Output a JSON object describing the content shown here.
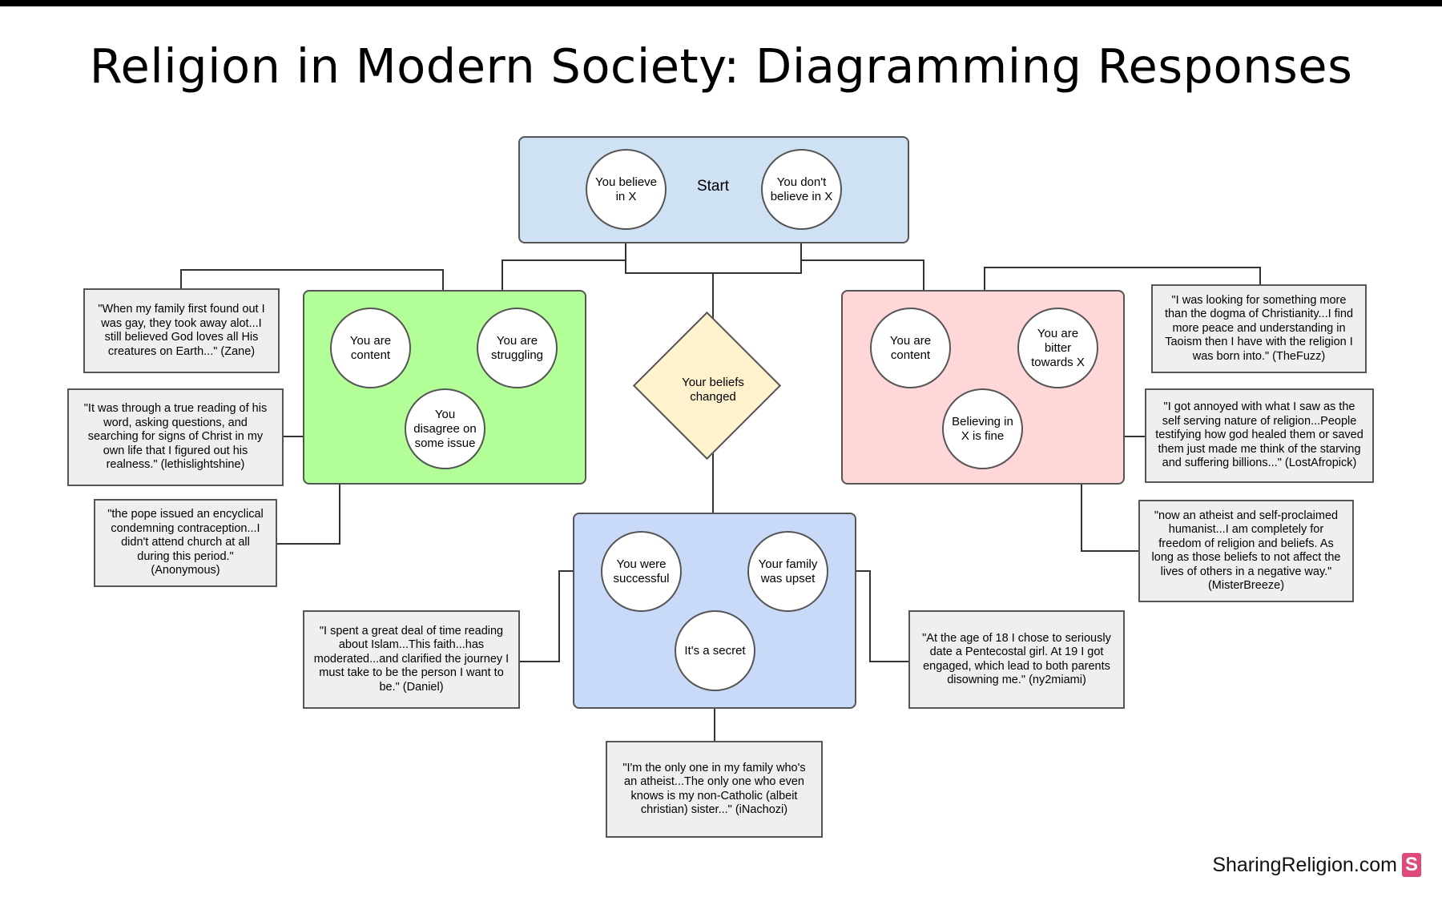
{
  "title": "Religion in Modern Society: Diagramming Responses",
  "start": {
    "label": "Start",
    "believe": "You believe in X",
    "dont_believe": "You don't believe in X"
  },
  "diamond": {
    "label": "Your beliefs changed"
  },
  "green": {
    "content": "You are content",
    "struggling": "You are struggling",
    "disagree": "You disagree on some issue"
  },
  "pink": {
    "content": "You are content",
    "bitter": "You are bitter towards X",
    "fine": "Believing in X is fine"
  },
  "blue": {
    "successful": "You were successful",
    "upset": "Your family was upset",
    "secret": "It's a secret"
  },
  "quotes": {
    "zane": "\"When my family first found out I was gay, they took away alot...I still believed God loves all His creatures on Earth...\" (Zane)",
    "lethis": "\"It was through a true reading of his word, asking questions, and searching for signs of Christ in my own life that I figured out his realness.\" (lethislightshine)",
    "anon": "\"the pope issued an encyclical condemning contraception...I didn't attend church at all during this period.\" (Anonymous)",
    "fuzz": "\"I was looking for something more than the dogma of Christianity...I find more peace and understanding in Taoism then I have with the religion I was born into.\" (TheFuzz)",
    "lost": "\"I got annoyed with what I saw as the self serving nature of religion...People testifying how god healed them or saved them just made me think of the starving and suffering billions...\" (LostAfropick)",
    "breeze": "\"now an atheist and self-proclaimed humanist...I am completely for freedom of religion and beliefs. As long as those beliefs to not affect the lives of others in a negative way.\" (MisterBreeze)",
    "daniel": "\"I spent a great deal of time reading about Islam...This faith...has moderated...and clarified the journey I must take to be the person I want to be.\" (Daniel)",
    "ny2miami": "\"At the age of 18 I chose to seriously date a Pentecostal girl. At 19 I got engaged, which lead to both parents disowning me.\" (ny2miami)",
    "nachozi": "\"I'm the only one in my family who's an atheist...The only one who even knows is my non-Catholic (albeit christian) sister...\" (iNachozi)"
  },
  "footer": {
    "site": "SharingReligion.com",
    "logo_letter": "S"
  },
  "colors": {
    "start_group": "#cfe2f3",
    "green_group": "#b1ff96",
    "pink_group": "#ffd7d9",
    "blue_group": "#c9daf8",
    "diamond": "#fff2cc",
    "quote_box": "#efefef",
    "logo": "#e04a7b"
  }
}
